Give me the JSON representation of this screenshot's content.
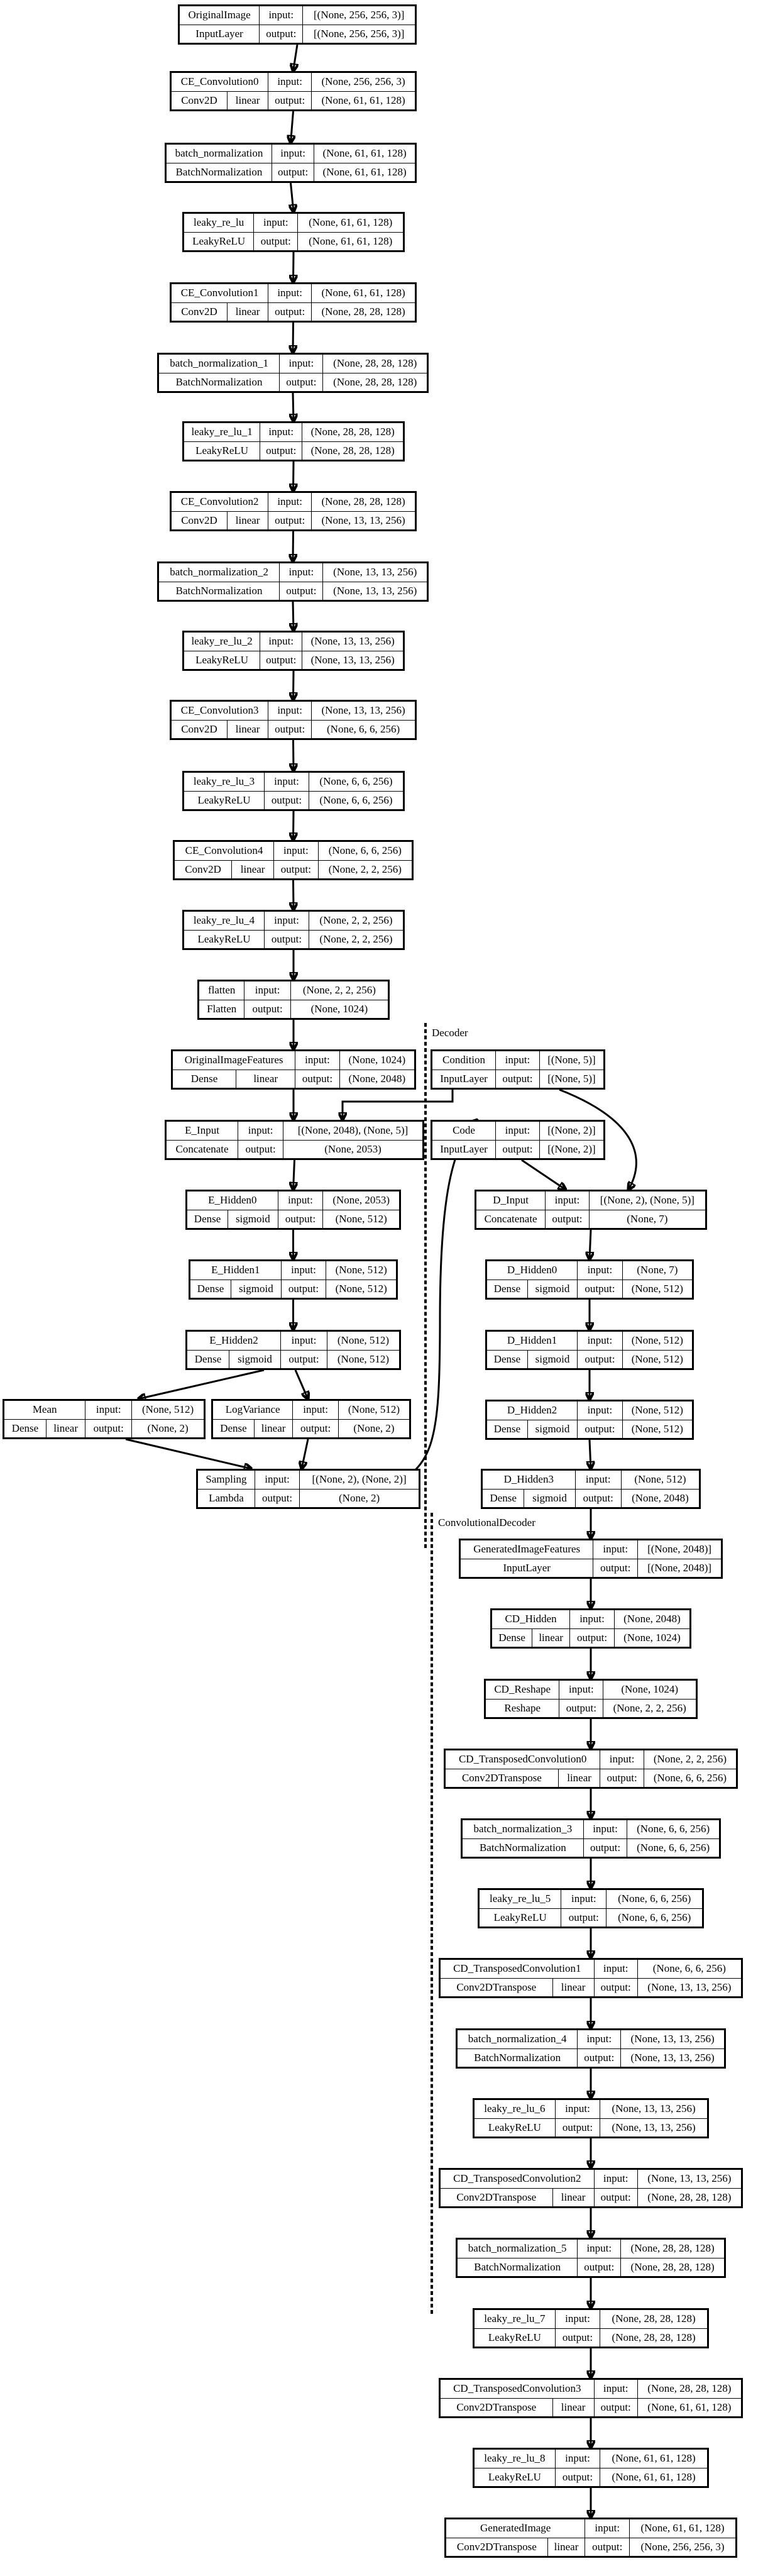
{
  "diagram": {
    "nodes": [
      {
        "id": "OriginalImage",
        "name": "OriginalImage",
        "type": "InputLayer",
        "input": "[(None, 256, 256, 3)]",
        "output": "[(None, 256, 256, 3)]"
      },
      {
        "id": "CE_Convolution0",
        "name": "CE_Convolution0",
        "type": "Conv2D",
        "activation": "linear",
        "input": "(None, 256, 256, 3)",
        "output": "(None, 61, 61, 128)"
      },
      {
        "id": "batch_normalization",
        "name": "batch_normalization",
        "type": "BatchNormalization",
        "input": "(None, 61, 61, 128)",
        "output": "(None, 61, 61, 128)"
      },
      {
        "id": "leaky_re_lu",
        "name": "leaky_re_lu",
        "type": "LeakyReLU",
        "input": "(None, 61, 61, 128)",
        "output": "(None, 61, 61, 128)"
      },
      {
        "id": "CE_Convolution1",
        "name": "CE_Convolution1",
        "type": "Conv2D",
        "activation": "linear",
        "input": "(None, 61, 61, 128)",
        "output": "(None, 28, 28, 128)"
      },
      {
        "id": "batch_normalization_1",
        "name": "batch_normalization_1",
        "type": "BatchNormalization",
        "input": "(None, 28, 28, 128)",
        "output": "(None, 28, 28, 128)"
      },
      {
        "id": "leaky_re_lu_1",
        "name": "leaky_re_lu_1",
        "type": "LeakyReLU",
        "input": "(None, 28, 28, 128)",
        "output": "(None, 28, 28, 128)"
      },
      {
        "id": "CE_Convolution2",
        "name": "CE_Convolution2",
        "type": "Conv2D",
        "activation": "linear",
        "input": "(None, 28, 28, 128)",
        "output": "(None, 13, 13, 256)"
      },
      {
        "id": "batch_normalization_2",
        "name": "batch_normalization_2",
        "type": "BatchNormalization",
        "input": "(None, 13, 13, 256)",
        "output": "(None, 13, 13, 256)"
      },
      {
        "id": "leaky_re_lu_2",
        "name": "leaky_re_lu_2",
        "type": "LeakyReLU",
        "input": "(None, 13, 13, 256)",
        "output": "(None, 13, 13, 256)"
      },
      {
        "id": "CE_Convolution3",
        "name": "CE_Convolution3",
        "type": "Conv2D",
        "activation": "linear",
        "input": "(None, 13, 13, 256)",
        "output": "(None, 6, 6, 256)"
      },
      {
        "id": "leaky_re_lu_3",
        "name": "leaky_re_lu_3",
        "type": "LeakyReLU",
        "input": "(None, 6, 6, 256)",
        "output": "(None, 6, 6, 256)"
      },
      {
        "id": "CE_Convolution4",
        "name": "CE_Convolution4",
        "type": "Conv2D",
        "activation": "linear",
        "input": "(None, 6, 6, 256)",
        "output": "(None, 2, 2, 256)"
      },
      {
        "id": "leaky_re_lu_4",
        "name": "leaky_re_lu_4",
        "type": "LeakyReLU",
        "input": "(None, 2, 2, 256)",
        "output": "(None, 2, 2, 256)"
      },
      {
        "id": "flatten",
        "name": "flatten",
        "type": "Flatten",
        "input": "(None, 2, 2, 256)",
        "output": "(None, 1024)"
      },
      {
        "id": "OriginalImageFeatures",
        "name": "OriginalImageFeatures",
        "type": "Dense",
        "activation": "linear",
        "input": "(None, 1024)",
        "output": "(None, 2048)"
      },
      {
        "id": "E_Input",
        "name": "E_Input",
        "type": "Concatenate",
        "input": "[(None, 2048), (None, 5)]",
        "output": "(None, 2053)"
      },
      {
        "id": "E_Hidden0",
        "name": "E_Hidden0",
        "type": "Dense",
        "activation": "sigmoid",
        "input": "(None, 2053)",
        "output": "(None, 512)"
      },
      {
        "id": "E_Hidden1",
        "name": "E_Hidden1",
        "type": "Dense",
        "activation": "sigmoid",
        "input": "(None, 512)",
        "output": "(None, 512)"
      },
      {
        "id": "E_Hidden2",
        "name": "E_Hidden2",
        "type": "Dense",
        "activation": "sigmoid",
        "input": "(None, 512)",
        "output": "(None, 512)"
      },
      {
        "id": "Mean",
        "name": "Mean",
        "type": "Dense",
        "activation": "linear",
        "input": "(None, 512)",
        "output": "(None, 2)"
      },
      {
        "id": "LogVariance",
        "name": "LogVariance",
        "type": "Dense",
        "activation": "linear",
        "input": "(None, 512)",
        "output": "(None, 2)"
      },
      {
        "id": "Sampling",
        "name": "Sampling",
        "type": "Lambda",
        "input": "[(None, 2), (None, 2)]",
        "output": "(None, 2)"
      },
      {
        "id": "Condition",
        "name": "Condition",
        "type": "InputLayer",
        "input": "[(None, 5)]",
        "output": "[(None, 5)]"
      },
      {
        "id": "Code",
        "name": "Code",
        "type": "InputLayer",
        "input": "[(None, 2)]",
        "output": "[(None, 2)]"
      },
      {
        "id": "D_Input",
        "name": "D_Input",
        "type": "Concatenate",
        "input": "[(None, 2), (None, 5)]",
        "output": "(None, 7)"
      },
      {
        "id": "D_Hidden0",
        "name": "D_Hidden0",
        "type": "Dense",
        "activation": "sigmoid",
        "input": "(None, 7)",
        "output": "(None, 512)"
      },
      {
        "id": "D_Hidden1",
        "name": "D_Hidden1",
        "type": "Dense",
        "activation": "sigmoid",
        "input": "(None, 512)",
        "output": "(None, 512)"
      },
      {
        "id": "D_Hidden2",
        "name": "D_Hidden2",
        "type": "Dense",
        "activation": "sigmoid",
        "input": "(None, 512)",
        "output": "(None, 512)"
      },
      {
        "id": "D_Hidden3",
        "name": "D_Hidden3",
        "type": "Dense",
        "activation": "sigmoid",
        "input": "(None, 512)",
        "output": "(None, 2048)"
      },
      {
        "id": "GeneratedImageFeatures",
        "name": "GeneratedImageFeatures",
        "type": "InputLayer",
        "input": "[(None, 2048)]",
        "output": "[(None, 2048)]"
      },
      {
        "id": "CD_Hidden",
        "name": "CD_Hidden",
        "type": "Dense",
        "activation": "linear",
        "input": "(None, 2048)",
        "output": "(None, 1024)"
      },
      {
        "id": "CD_Reshape",
        "name": "CD_Reshape",
        "type": "Reshape",
        "input": "(None, 1024)",
        "output": "(None, 2, 2, 256)"
      },
      {
        "id": "CD_TransposedConvolution0",
        "name": "CD_TransposedConvolution0",
        "type": "Conv2DTranspose",
        "activation": "linear",
        "input": "(None, 2, 2, 256)",
        "output": "(None, 6, 6, 256)"
      },
      {
        "id": "batch_normalization_3",
        "name": "batch_normalization_3",
        "type": "BatchNormalization",
        "input": "(None, 6, 6, 256)",
        "output": "(None, 6, 6, 256)"
      },
      {
        "id": "leaky_re_lu_5",
        "name": "leaky_re_lu_5",
        "type": "LeakyReLU",
        "input": "(None, 6, 6, 256)",
        "output": "(None, 6, 6, 256)"
      },
      {
        "id": "CD_TransposedConvolution1",
        "name": "CD_TransposedConvolution1",
        "type": "Conv2DTranspose",
        "activation": "linear",
        "input": "(None, 6, 6, 256)",
        "output": "(None, 13, 13, 256)"
      },
      {
        "id": "batch_normalization_4",
        "name": "batch_normalization_4",
        "type": "BatchNormalization",
        "input": "(None, 13, 13, 256)",
        "output": "(None, 13, 13, 256)"
      },
      {
        "id": "leaky_re_lu_6",
        "name": "leaky_re_lu_6",
        "type": "LeakyReLU",
        "input": "(None, 13, 13, 256)",
        "output": "(None, 13, 13, 256)"
      },
      {
        "id": "CD_TransposedConvolution2",
        "name": "CD_TransposedConvolution2",
        "type": "Conv2DTranspose",
        "activation": "linear",
        "input": "(None, 13, 13, 256)",
        "output": "(None, 28, 28, 128)"
      },
      {
        "id": "batch_normalization_5",
        "name": "batch_normalization_5",
        "type": "BatchNormalization",
        "input": "(None, 28, 28, 128)",
        "output": "(None, 28, 28, 128)"
      },
      {
        "id": "leaky_re_lu_7",
        "name": "leaky_re_lu_7",
        "type": "LeakyReLU",
        "input": "(None, 28, 28, 128)",
        "output": "(None, 28, 28, 128)"
      },
      {
        "id": "CD_TransposedConvolution3",
        "name": "CD_TransposedConvolution3",
        "type": "Conv2DTranspose",
        "activation": "linear",
        "input": "(None, 28, 28, 128)",
        "output": "(None, 61, 61, 128)"
      },
      {
        "id": "leaky_re_lu_8",
        "name": "leaky_re_lu_8",
        "type": "LeakyReLU",
        "input": "(None, 61, 61, 128)",
        "output": "(None, 61, 61, 128)"
      },
      {
        "id": "GeneratedImage",
        "name": "GeneratedImage",
        "type": "Conv2DTranspose",
        "activation": "linear",
        "input": "(None, 61, 61, 128)",
        "output": "(None, 256, 256, 3)"
      }
    ],
    "clusters": [
      {
        "id": "Decoder",
        "label": "Decoder"
      },
      {
        "id": "ConvolutionalDecoder",
        "label": "ConvolutionalDecoder"
      }
    ],
    "edges": [
      [
        "OriginalImage",
        "CE_Convolution0"
      ],
      [
        "CE_Convolution0",
        "batch_normalization"
      ],
      [
        "batch_normalization",
        "leaky_re_lu"
      ],
      [
        "leaky_re_lu",
        "CE_Convolution1"
      ],
      [
        "CE_Convolution1",
        "batch_normalization_1"
      ],
      [
        "batch_normalization_1",
        "leaky_re_lu_1"
      ],
      [
        "leaky_re_lu_1",
        "CE_Convolution2"
      ],
      [
        "CE_Convolution2",
        "batch_normalization_2"
      ],
      [
        "batch_normalization_2",
        "leaky_re_lu_2"
      ],
      [
        "leaky_re_lu_2",
        "CE_Convolution3"
      ],
      [
        "CE_Convolution3",
        "leaky_re_lu_3"
      ],
      [
        "leaky_re_lu_3",
        "CE_Convolution4"
      ],
      [
        "CE_Convolution4",
        "leaky_re_lu_4"
      ],
      [
        "leaky_re_lu_4",
        "flatten"
      ],
      [
        "flatten",
        "OriginalImageFeatures"
      ],
      [
        "OriginalImageFeatures",
        "E_Input"
      ],
      [
        "Condition",
        "E_Input"
      ],
      [
        "E_Input",
        "E_Hidden0"
      ],
      [
        "E_Hidden0",
        "E_Hidden1"
      ],
      [
        "E_Hidden1",
        "E_Hidden2"
      ],
      [
        "E_Hidden2",
        "Mean"
      ],
      [
        "E_Hidden2",
        "LogVariance"
      ],
      [
        "Mean",
        "Sampling"
      ],
      [
        "LogVariance",
        "Sampling"
      ],
      [
        "Sampling",
        "Code"
      ],
      [
        "Code",
        "D_Input"
      ],
      [
        "Condition",
        "D_Input"
      ],
      [
        "D_Input",
        "D_Hidden0"
      ],
      [
        "D_Hidden0",
        "D_Hidden1"
      ],
      [
        "D_Hidden1",
        "D_Hidden2"
      ],
      [
        "D_Hidden2",
        "D_Hidden3"
      ],
      [
        "D_Hidden3",
        "GeneratedImageFeatures"
      ],
      [
        "GeneratedImageFeatures",
        "CD_Hidden"
      ],
      [
        "CD_Hidden",
        "CD_Reshape"
      ],
      [
        "CD_Reshape",
        "CD_TransposedConvolution0"
      ],
      [
        "CD_TransposedConvolution0",
        "batch_normalization_3"
      ],
      [
        "batch_normalization_3",
        "leaky_re_lu_5"
      ],
      [
        "leaky_re_lu_5",
        "CD_TransposedConvolution1"
      ],
      [
        "CD_TransposedConvolution1",
        "batch_normalization_4"
      ],
      [
        "batch_normalization_4",
        "leaky_re_lu_6"
      ],
      [
        "leaky_re_lu_6",
        "CD_TransposedConvolution2"
      ],
      [
        "CD_TransposedConvolution2",
        "batch_normalization_5"
      ],
      [
        "batch_normalization_5",
        "leaky_re_lu_7"
      ],
      [
        "leaky_re_lu_7",
        "CD_TransposedConvolution3"
      ],
      [
        "CD_TransposedConvolution3",
        "leaky_re_lu_8"
      ],
      [
        "leaky_re_lu_8",
        "GeneratedImage"
      ]
    ]
  }
}
